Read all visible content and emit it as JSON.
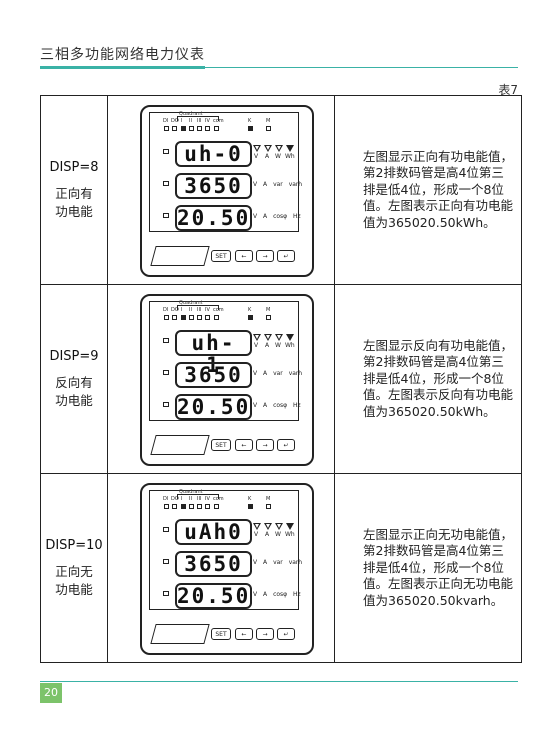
{
  "header": {
    "title": "三相多功能网络电力仪表"
  },
  "table_no": "表7",
  "footer": {
    "page": "20"
  },
  "device_labels": {
    "quadrant": "Quadrant",
    "indicators": [
      "DI",
      "DO",
      "I",
      "II",
      "III",
      "IV",
      "com"
    ],
    "k": "K",
    "m": "M",
    "tri_labels": [
      "V",
      "A",
      "W",
      "Wh"
    ],
    "row2_units": [
      "V",
      "A",
      "var",
      "varh"
    ],
    "row3_units": [
      "V",
      "A",
      "cosφ",
      "Hz"
    ],
    "buttons": [
      "SET",
      "←",
      "→",
      "↵"
    ]
  },
  "rows": [
    {
      "disp": "DISP=8",
      "function": [
        "正向有",
        "功电能"
      ],
      "lcd": [
        "uh-0",
        "3650",
        "20.50"
      ],
      "description": "左图显示正向有功电能值，第2排数码管是高4位第三排是低4位，形成一个8位值。左图表示正向有功电能值为365020.50kWh。"
    },
    {
      "disp": "DISP=9",
      "function": [
        "反向有",
        "功电能"
      ],
      "lcd": [
        "uh- 1",
        "3650",
        "20.50"
      ],
      "description": "左图显示反向有功电能值，第2排数码管是高4位第三排是低4位，形成一个8位值。左图表示反向有功电能值为365020.50kWh。"
    },
    {
      "disp": "DISP=10",
      "function": [
        "正向无",
        "功电能"
      ],
      "lcd": [
        "uAh0",
        "3650",
        "20.50"
      ],
      "description": "左图显示正向无功电能值，第2排数码管是高4位第三排是低4位，形成一个8位值。左图表示正向无功电能值为365020.50kvarh。"
    }
  ]
}
